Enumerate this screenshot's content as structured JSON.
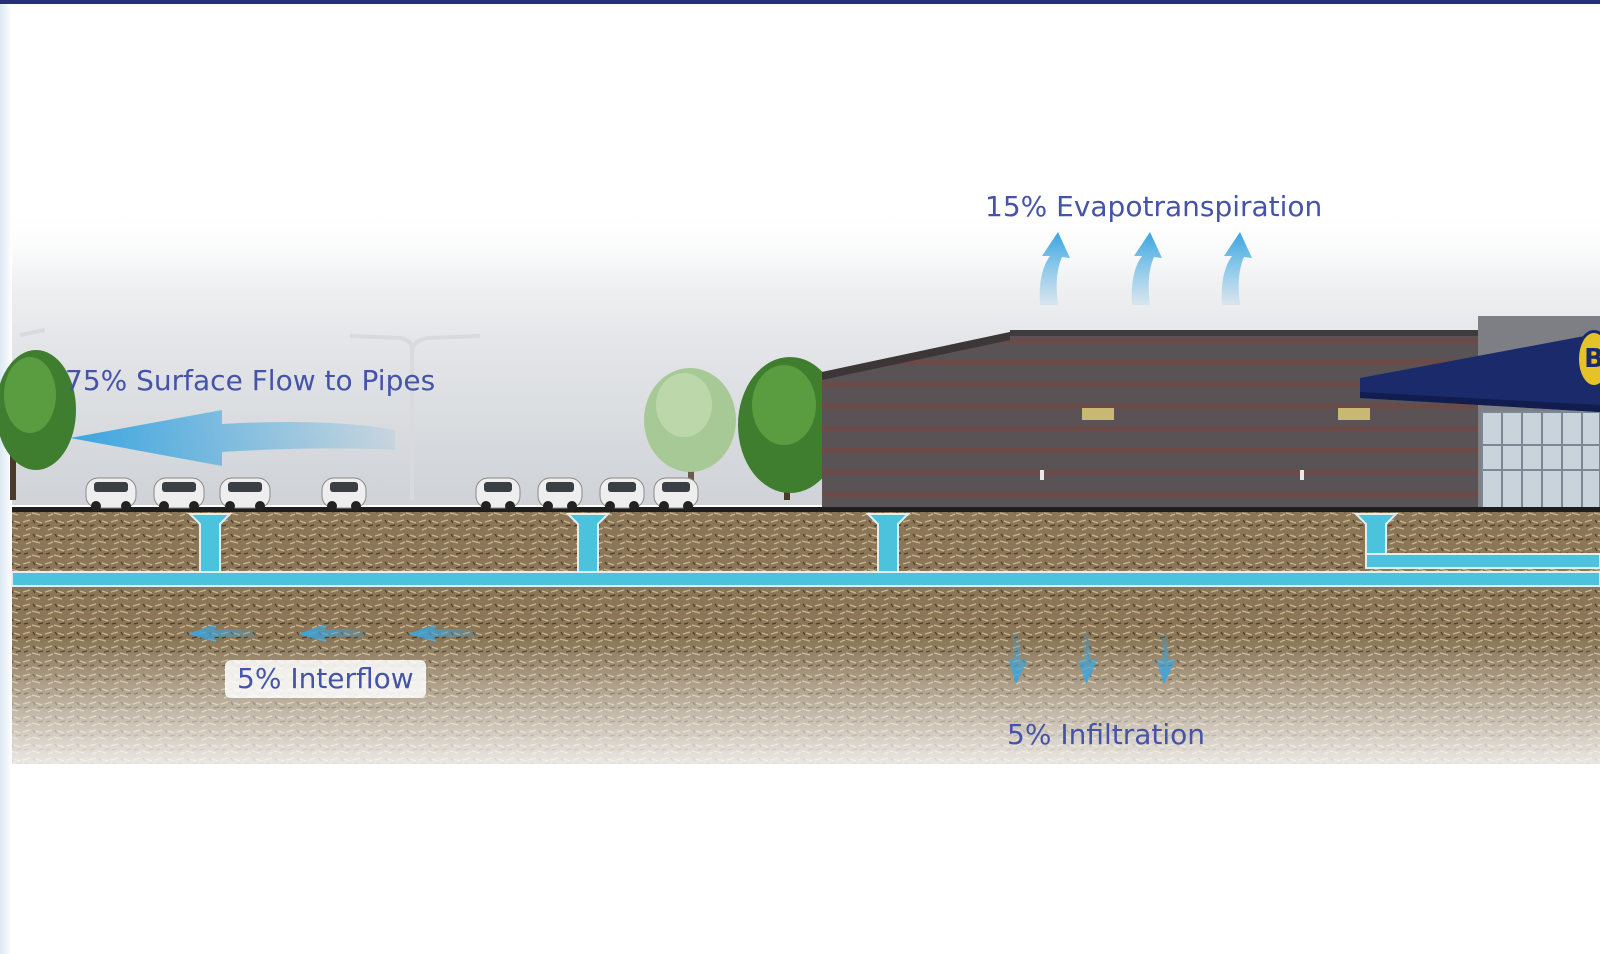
{
  "labels": {
    "evapotranspiration": "15% Evapotranspiration",
    "surface_flow": "75% Surface Flow to Pipes",
    "interflow": "5% Interflow",
    "infiltration": "5% Infiltration"
  },
  "store_sign": {
    "text": "B"
  },
  "colors": {
    "label_text": "#4553a8",
    "water_arrow": "#3aa5e0",
    "pipe": "#4cc3dc",
    "soil": "#8b7758",
    "building_wall": "#5c5556",
    "awning": "#1b2a6a",
    "top_bar": "#24307a"
  }
}
